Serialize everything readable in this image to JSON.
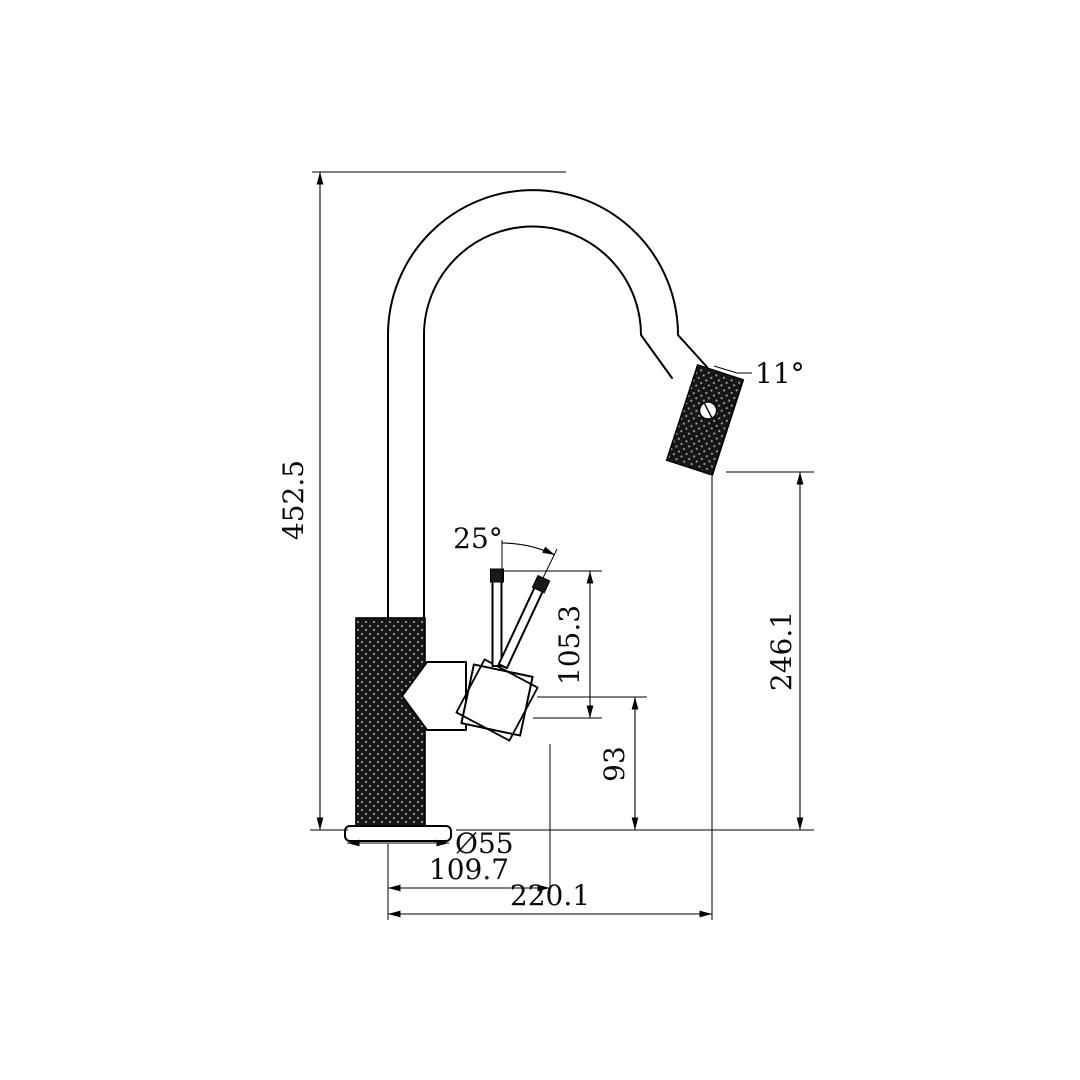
{
  "drawing": {
    "type": "technical-dimension-drawing",
    "subject": "pull-out gooseneck kitchen mixer tap, side elevation",
    "colors": {
      "line": "#000000",
      "knurl_fill": "#161616",
      "knurl_dot": "#9a9a9a",
      "background": "#ffffff"
    },
    "dimensions": {
      "overall_height": "452.5",
      "spout_outlet_height": "246.1",
      "handle_top_height": "105.3",
      "body_top_height": "93",
      "base_diameter": "Ø55",
      "handle_reach": "109.7",
      "spout_reach": "220.1",
      "handle_swing_angle": "25°",
      "spray_head_tilt_angle": "11°"
    }
  }
}
